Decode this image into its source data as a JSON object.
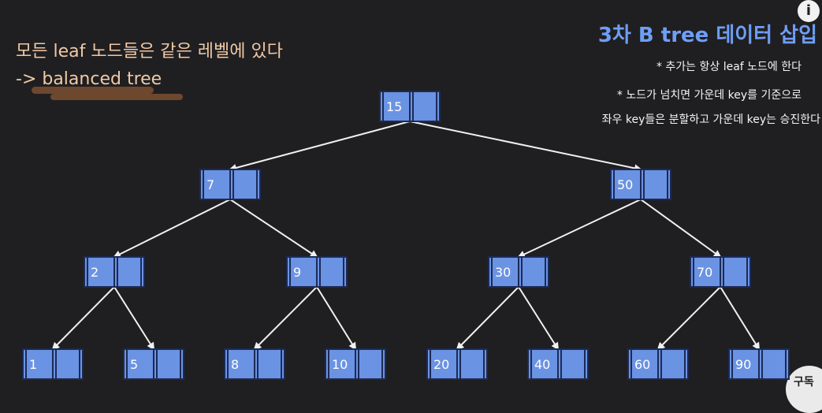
{
  "notes": {
    "line1": "모든 leaf 노드들은 같은 레벨에 있다",
    "line2": "-> balanced tree"
  },
  "title": "3차 B tree 데이터 삽입",
  "rules": [
    "* 추가는 항상 leaf 노드에 한다",
    "* 노드가 넘치면 가운데 key를 기준으로",
    "좌우 key들은 분할하고 가운데 key는 승진한다"
  ],
  "info_button": "i",
  "corner_badge": "구독",
  "tree": {
    "nodes": [
      {
        "id": "n15",
        "key": "15",
        "level": 0
      },
      {
        "id": "n7",
        "key": "7",
        "level": 1
      },
      {
        "id": "n50",
        "key": "50",
        "level": 1
      },
      {
        "id": "n2",
        "key": "2",
        "level": 2
      },
      {
        "id": "n9",
        "key": "9",
        "level": 2
      },
      {
        "id": "n30",
        "key": "30",
        "level": 2
      },
      {
        "id": "n70",
        "key": "70",
        "level": 2
      },
      {
        "id": "n1",
        "key": "1",
        "level": 3
      },
      {
        "id": "n5",
        "key": "5",
        "level": 3
      },
      {
        "id": "n8",
        "key": "8",
        "level": 3
      },
      {
        "id": "n10",
        "key": "10",
        "level": 3
      },
      {
        "id": "n20",
        "key": "20",
        "level": 3
      },
      {
        "id": "n40",
        "key": "40",
        "level": 3
      },
      {
        "id": "n60",
        "key": "60",
        "level": 3
      },
      {
        "id": "n90",
        "key": "90",
        "level": 3
      }
    ],
    "edges": [
      [
        "n15",
        "n7"
      ],
      [
        "n15",
        "n50"
      ],
      [
        "n7",
        "n2"
      ],
      [
        "n7",
        "n9"
      ],
      [
        "n50",
        "n30"
      ],
      [
        "n50",
        "n70"
      ],
      [
        "n2",
        "n1"
      ],
      [
        "n2",
        "n5"
      ],
      [
        "n9",
        "n8"
      ],
      [
        "n9",
        "n10"
      ],
      [
        "n30",
        "n20"
      ],
      [
        "n30",
        "n40"
      ],
      [
        "n70",
        "n60"
      ],
      [
        "n70",
        "n90"
      ]
    ]
  },
  "colors": {
    "node_fill": "#6b93e3",
    "node_border": "#1c2a55",
    "node_text": "#ffffff",
    "edge": "#f0f0f0",
    "note_text": "#f1c9a6",
    "title": "#6f9ef5"
  }
}
